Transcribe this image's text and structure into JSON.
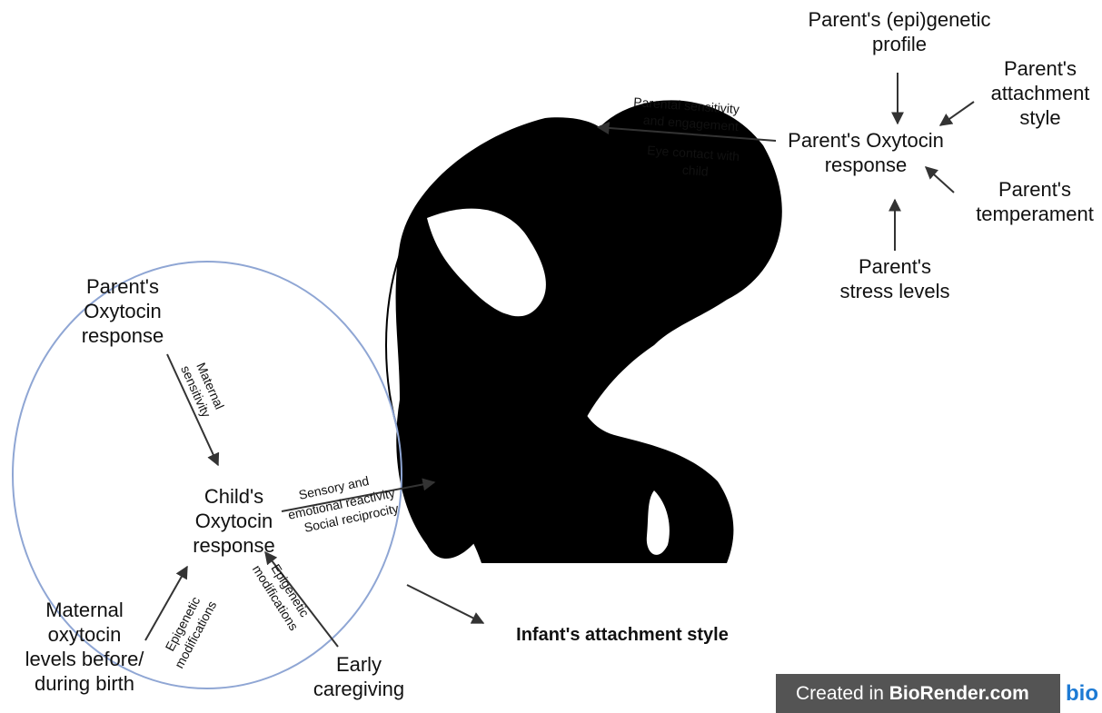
{
  "parent_side": {
    "center": [
      "Parent's Oxytocin",
      "response"
    ],
    "influences": {
      "genetic": [
        "Parent's (epi)genetic",
        "profile"
      ],
      "attachment": [
        "Parent's",
        "attachment",
        "style"
      ],
      "temperament": [
        "Parent's",
        "temperament"
      ],
      "stress": [
        "Parent's",
        "stress levels"
      ]
    },
    "outputs": {
      "sensitivity": [
        "Parental sensitivity",
        "and engagement"
      ],
      "eye_contact": [
        "Eye contact with",
        "child"
      ]
    }
  },
  "child_side": {
    "parent_response": [
      "Parent's",
      "Oxytocin",
      "response"
    ],
    "maternal_sensitivity": [
      "Maternal",
      "sensitivity"
    ],
    "center": [
      "Child's",
      "Oxytocin",
      "response"
    ],
    "reactivity": [
      "Sensory and",
      "emotional reactivity"
    ],
    "reciprocity": "Social reciprocity",
    "maternal_levels": [
      "Maternal",
      "oxytocin",
      "levels before/",
      "during birth"
    ],
    "epigenetic_left": [
      "Epigenetic",
      "modifications"
    ],
    "epigenetic_right": [
      "Epigenetic",
      "modifications"
    ],
    "early_caregiving": [
      "Early",
      "caregiving"
    ]
  },
  "outcome": "Infant's attachment style",
  "watermark": {
    "prefix": "Created in ",
    "brand": "BioRender.com",
    "logo": "bio"
  },
  "colors": {
    "circle": "#8fa6d4",
    "ink": "#111111",
    "arrow": "#333333"
  }
}
